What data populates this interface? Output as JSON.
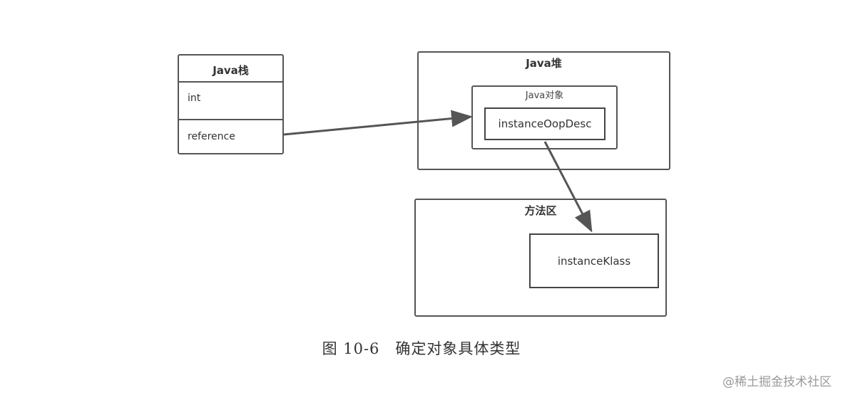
{
  "java_stack": {
    "title": "Java栈",
    "rows": [
      "int",
      "reference"
    ]
  },
  "java_heap": {
    "title": "Java堆",
    "object_label": "Java对象",
    "object_content": "instanceOopDesc"
  },
  "method_area": {
    "title": "方法区",
    "class_content": "instanceKlass"
  },
  "caption": "图 10-6　确定对象具体类型",
  "watermark": "@稀土掘金技术社区"
}
